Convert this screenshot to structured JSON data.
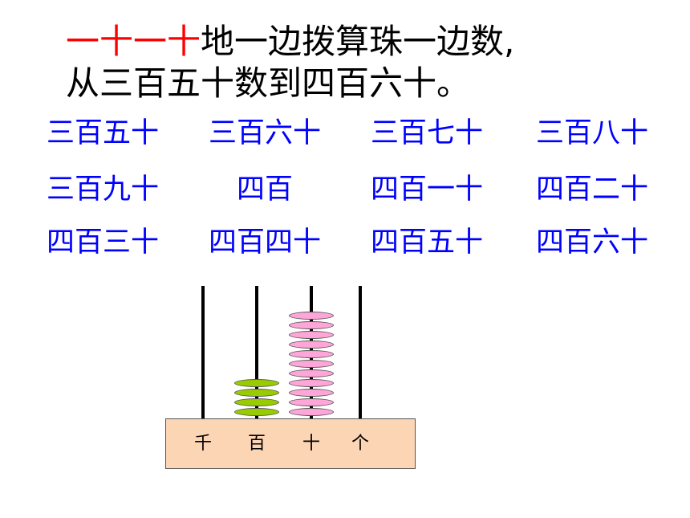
{
  "heading": {
    "line1_highlight": "一十一十",
    "line1_rest": "地一边拨算珠一边数,",
    "line2": "从三百五十数到四百六十。"
  },
  "number_grid": [
    [
      "三百五十",
      "三百六十",
      "三百七十",
      "三百八十"
    ],
    [
      "三百九十",
      "四百",
      "四百一十",
      "四百二十"
    ],
    [
      "四百三十",
      "四百四十",
      "四百五十",
      "四百六十"
    ]
  ],
  "abacus": {
    "place_labels": [
      "千",
      "百",
      "十",
      "个"
    ],
    "bead_counts": [
      0,
      4,
      11,
      0
    ],
    "colors": {
      "hundreds_bead": "#99cc00",
      "tens_bead": "#ffa6d9",
      "base": "#fcd5b4"
    }
  },
  "colors": {
    "highlight": "#ff0000",
    "grid_text": "#0000ff",
    "text": "#000000"
  }
}
